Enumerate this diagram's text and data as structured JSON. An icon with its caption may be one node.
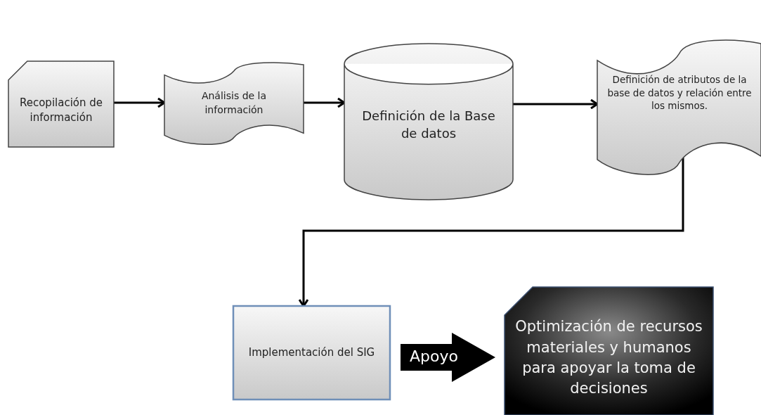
{
  "diagram": {
    "nodes": [
      {
        "text": [
          "Recopilación de información"
        ]
      },
      {
        "text": [
          "Análisis de la información"
        ]
      },
      {
        "text": [
          "Definición de la Base de datos"
        ]
      },
      {
        "text": [
          "Definición de atributos de la base de datos y relación entre los mismos."
        ]
      },
      {
        "text": [
          "Implementación del SIG"
        ]
      },
      {
        "text": [
          "Optimización de recursos materiales y humanos para apoyar la toma de decisiones"
        ]
      }
    ],
    "edges": [
      {
        "from": 0,
        "to": 1,
        "arrow": "to"
      },
      {
        "from": 1,
        "to": 2,
        "arrow": "to"
      },
      {
        "from": 2,
        "to": 3,
        "arrow": "to"
      },
      {
        "from": 3,
        "to": 4,
        "arrow": "to"
      },
      {
        "from": 4,
        "to": 5,
        "arrow": "to",
        "label": "Apoyo",
        "style": "thick"
      }
    ]
  }
}
